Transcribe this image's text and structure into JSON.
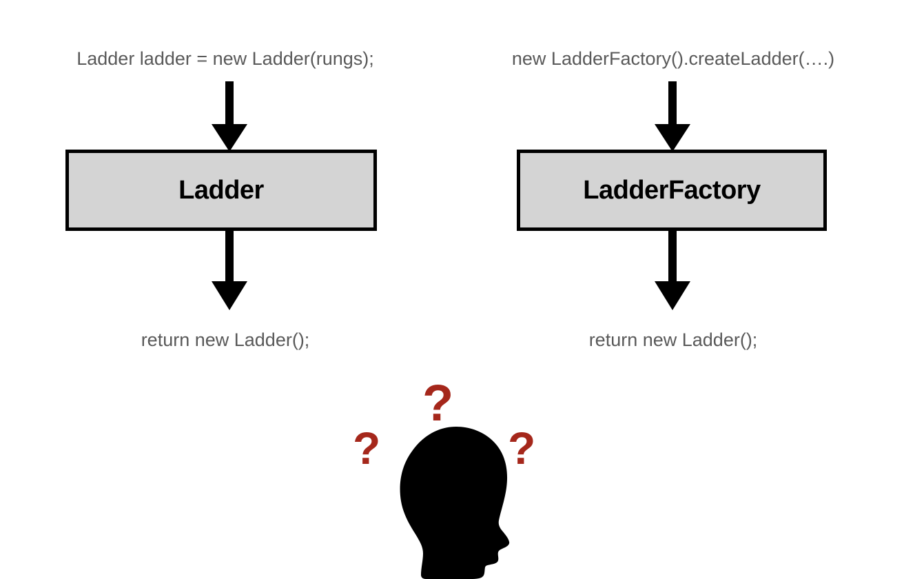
{
  "diagram": {
    "title": "Ladder vs LadderFactory instantiation comparison",
    "background_color": "#ffffff",
    "colors": {
      "box_fill": "#d4d4d4",
      "box_border": "#000000",
      "code_text": "#595959",
      "class_text": "#000000",
      "question_mark": "#a5271b",
      "silhouette": "#000000",
      "arrow": "#000000"
    },
    "left_flow": {
      "top_label": "Ladder ladder = new Ladder(rungs);",
      "box_label": "Ladder",
      "bottom_label": "return new Ladder();",
      "top_arrow": "arrow-down-into-ladder-box",
      "bottom_arrow": "arrow-down-out-of-ladder-box"
    },
    "right_flow": {
      "top_label": "new LadderFactory().createLadder(….)",
      "box_label": "LadderFactory",
      "bottom_label": "return new Ladder();",
      "top_arrow": "arrow-down-into-ladderfactory-box",
      "bottom_arrow": "arrow-down-out-of-ladderfactory-box"
    },
    "confusion": {
      "icon": "head-silhouette-icon",
      "question_marks": [
        "?",
        "?",
        "?"
      ]
    }
  }
}
